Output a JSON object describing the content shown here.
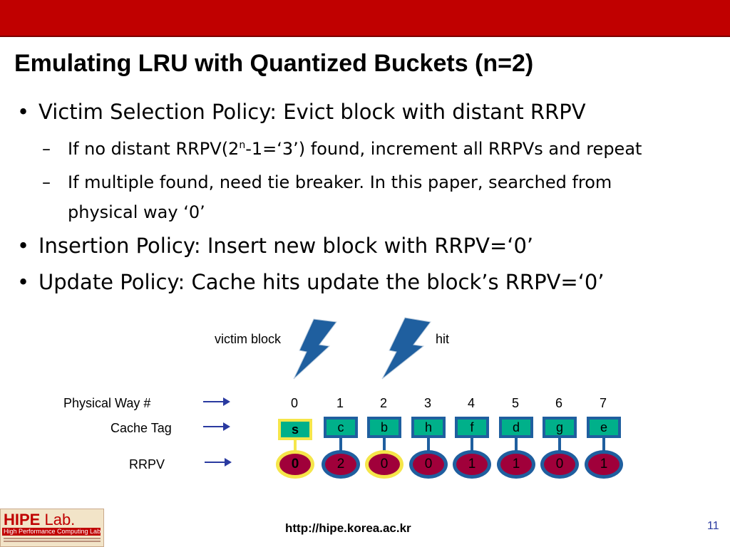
{
  "slide": {
    "title": "Emulating LRU with Quantized Buckets (n=2)",
    "bullets": [
      {
        "dot": "•",
        "text": "Victim Selection Policy: Evict block with distant RRPV"
      },
      {
        "dot": "•",
        "text": "Insertion Policy: Insert new block with RRPV=‘0’"
      },
      {
        "dot": "•",
        "text": "Update Policy: Cache hits update the block’s RRPV=‘0’"
      }
    ],
    "subbullets": [
      {
        "dash": "–",
        "pre": "If no distant RRPV(2",
        "sup": "n",
        "post": "-1=‘3’) found, increment all RRPVs and repeat"
      },
      {
        "dash": "–",
        "line1": "If multiple found, need tie breaker. In this paper, searched from",
        "line2": "physical way ‘0’"
      }
    ]
  },
  "diagram": {
    "victim_label": "victim block",
    "hit_label": "hit",
    "row_labels": {
      "way": "Physical Way #",
      "tag": "Cache Tag",
      "rrpv": "RRPV"
    },
    "ways": [
      "0",
      "1",
      "2",
      "3",
      "4",
      "5",
      "6",
      "7"
    ],
    "tags": [
      "s",
      "c",
      "b",
      "h",
      "f",
      "d",
      "g",
      "e"
    ],
    "rrpv": [
      "0",
      "2",
      "0",
      "0",
      "1",
      "1",
      "0",
      "1"
    ],
    "colors": {
      "tag_fill": "#00b08a",
      "box_border": "#1f5f9f",
      "rrpv_fill": "#a0003a",
      "highlight": "#f5e64a",
      "bolt": "#1f5f9f"
    }
  },
  "footer": {
    "url": "http://hipe.korea.ac.kr",
    "page": "11",
    "logo_main": "HIPE",
    "logo_lab": " Lab.",
    "logo_sub": "High Performance Computing Lab"
  }
}
